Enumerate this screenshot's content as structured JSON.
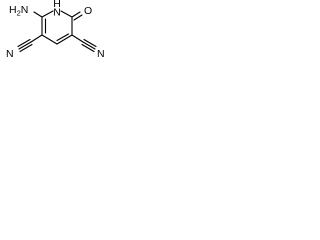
{
  "labels": {
    "amino": "H2N",
    "amino_prefix": "H",
    "amino_subscript": "2",
    "amino_suffix": "N",
    "nh_h": "H",
    "nh_n": "N",
    "carbonyl_o": "O",
    "nitrile_left_n": "N",
    "nitrile_right_n": "N"
  },
  "colors": {
    "bond": "#000000",
    "text": "#000000",
    "background": "#ffffff"
  }
}
